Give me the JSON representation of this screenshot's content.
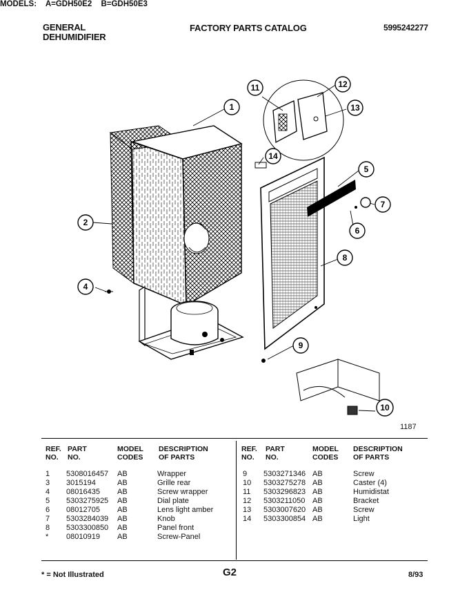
{
  "header": {
    "brand_line1": "GENERAL",
    "brand_line2": "DEHUMIDIFIER",
    "catalog_title": "FACTORY PARTS CATALOG",
    "catalog_number": "5995242277"
  },
  "models": {
    "label": "MODELS:",
    "a": "A=GDH50E2",
    "b": "B=GDH50E3"
  },
  "diagram": {
    "figure_number": "1187",
    "callouts": [
      "1",
      "2",
      "4",
      "5",
      "6",
      "7",
      "8",
      "9",
      "10",
      "11",
      "12",
      "13",
      "14"
    ]
  },
  "table": {
    "headers": {
      "ref_no": [
        "REF.",
        "NO."
      ],
      "part_no": [
        "PART",
        "NO."
      ],
      "model_codes": [
        "MODEL",
        "CODES"
      ],
      "description": [
        "DESCRIPTION",
        "OF PARTS"
      ]
    },
    "left_rows": [
      {
        "ref": "1",
        "part": "5308016457",
        "model": "AB",
        "desc": "Wrapper"
      },
      {
        "ref": "3",
        "part": "3015194",
        "model": "AB",
        "desc": "Grille rear"
      },
      {
        "ref": "4",
        "part": "08016435",
        "model": "AB",
        "desc": "Screw wrapper"
      },
      {
        "ref": "5",
        "part": "5303275925",
        "model": "AB",
        "desc": "Dial plate"
      },
      {
        "ref": "6",
        "part": "08012705",
        "model": "AB",
        "desc": "Lens light amber"
      },
      {
        "ref": "7",
        "part": "5303284039",
        "model": "AB",
        "desc": "Knob"
      },
      {
        "ref": "8",
        "part": "5303300850",
        "model": "AB",
        "desc": "Panel front"
      },
      {
        "ref": "*",
        "part": "08010919",
        "model": "AB",
        "desc": "Screw-Panel"
      }
    ],
    "right_rows": [
      {
        "ref": "9",
        "part": "5303271346",
        "model": "AB",
        "desc": "Screw"
      },
      {
        "ref": "10",
        "part": "5303275278",
        "model": "AB",
        "desc": "Caster (4)"
      },
      {
        "ref": "11",
        "part": "5303296823",
        "model": "AB",
        "desc": "Humidistat"
      },
      {
        "ref": "12",
        "part": "5303211050",
        "model": "AB",
        "desc": "Bracket"
      },
      {
        "ref": "13",
        "part": "5303007620",
        "model": "AB",
        "desc": "Screw"
      },
      {
        "ref": "14",
        "part": "5303300854",
        "model": "AB",
        "desc": "Light"
      }
    ]
  },
  "footer": {
    "note": "* = Not Illustrated",
    "page": "G2",
    "date": "8/93"
  }
}
